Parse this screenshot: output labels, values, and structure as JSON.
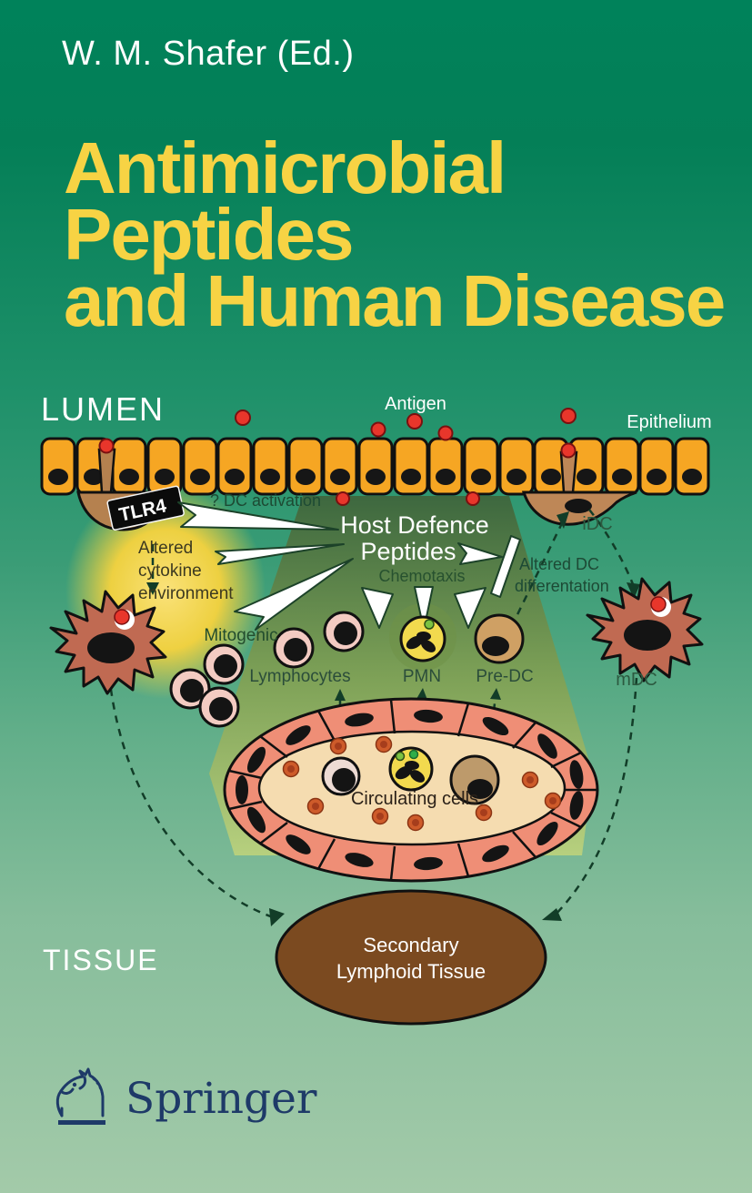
{
  "cover": {
    "author": "W. M. Shafer (Ed.)",
    "title_line1": "Antimicrobial",
    "title_line2": "Peptides",
    "title_line3": "and Human Disease",
    "publisher_wordmark": "Springer",
    "colors": {
      "background_top": "#00825a",
      "background_bottom": "#a3caa9",
      "title_yellow": "#f7d344",
      "author_white": "#ffffff",
      "springer_blue": "#1e3a68"
    }
  },
  "diagram": {
    "region_labels": {
      "lumen": "LUMEN",
      "tissue": "TISSUE",
      "antigen": "Antigen",
      "epithelium": "Epithelium"
    },
    "annotations": {
      "tlr4": "TLR4",
      "dc_activation": "? DC activation",
      "host_defence_line1": "Host Defence",
      "host_defence_line2": "Peptides",
      "chemotaxis": "Chemotaxis",
      "altered_cytokine_line1": "Altered",
      "altered_cytokine_line2": "cytokine",
      "altered_cytokine_line3": "environment",
      "altered_dc_line1": "Altered DC",
      "altered_dc_line2": "differentation",
      "mitogenic": "Mitogenic",
      "lymphocytes": "Lymphocytes",
      "pmn": "PMN",
      "pre_dc": "Pre-DC",
      "idc": "iDC",
      "mdc": "mDC",
      "circulating_cells": "Circulating cells",
      "secondary_lymphoid_line1": "Secondary",
      "secondary_lymphoid_line2": "Lymphoid Tissue"
    },
    "colors": {
      "epithelial_cell": "#f6a623",
      "antigen_dot": "#e8362b",
      "dendritic_cell": "#c06a52",
      "idc_cell": "#be8757",
      "lymphocyte": "#f3cbc2",
      "pmn_cell": "#f2da4e",
      "pre_dc_cell": "#cfa064",
      "vessel_wall": "#ef8e76",
      "vessel_lumen": "#f5dcb0",
      "lymphoid_tissue": "#7b4a20",
      "glow_yellow": "#f7d33e",
      "cone_top": "#3e653c",
      "cone_bottom": "#bad17d"
    }
  }
}
